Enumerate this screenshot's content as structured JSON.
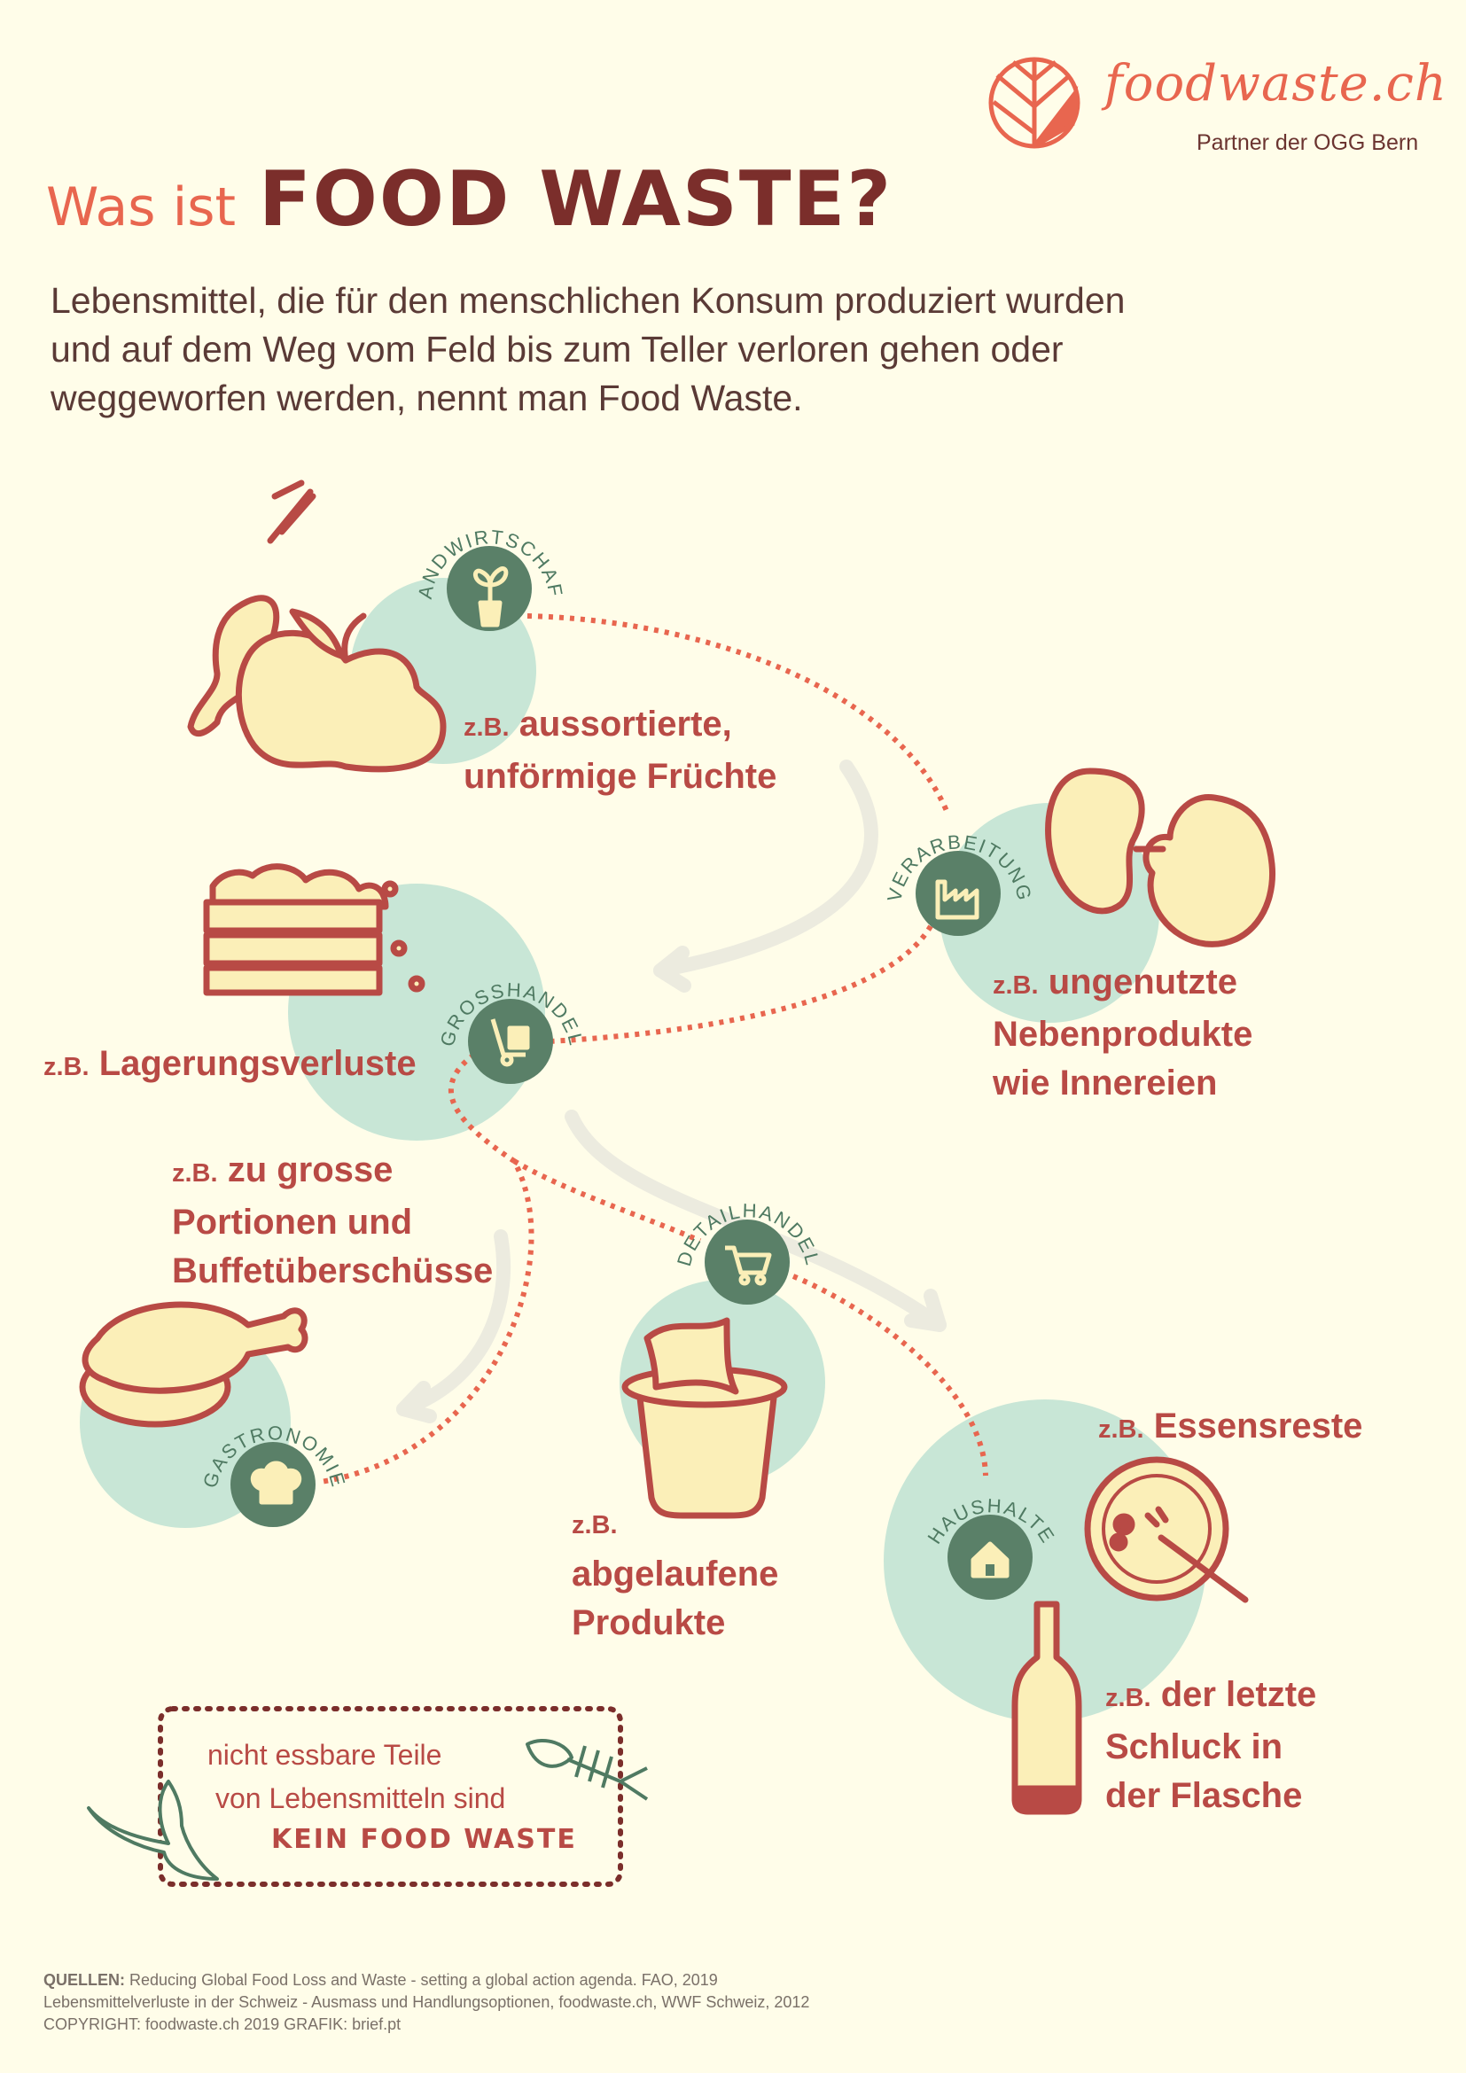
{
  "logo": {
    "name": "foodwaste.ch",
    "partner": "Partner der OGG Bern"
  },
  "title": {
    "prefix": "Was ist",
    "main": "FOOD WASTE?"
  },
  "intro": [
    "Lebensmittel, die für den menschlichen Konsum produziert wurden",
    "und auf dem Weg vom Feld bis zum Teller verloren gehen oder",
    "weggeworfen werden, nennt man Food Waste."
  ],
  "stages": {
    "landwirtschaft": {
      "label": "LANDWIRTSCHAFT",
      "zb": "z.B.",
      "lines": [
        "aussortierte,",
        "unförmige Früchte"
      ],
      "icon": "plant-icon"
    },
    "verarbeitung": {
      "label": "VERARBEITUNG",
      "zb": "z.B.",
      "lines": [
        "ungenutzte",
        "Nebenprodukte",
        "wie Innereien"
      ],
      "icon": "factory-icon"
    },
    "grosshandel": {
      "label": "GROSSHANDEL",
      "zb": "z.B.",
      "lines": [
        "Lagerungsverluste"
      ],
      "icon": "hand-truck-icon"
    },
    "gastronomie": {
      "label": "GASTRONOMIE",
      "zb": "z.B.",
      "lines": [
        "zu grosse",
        "Portionen und",
        "Buffetüberschüsse"
      ],
      "icon": "chef-hat-icon"
    },
    "detailhandel": {
      "label": "DETAILHANDEL",
      "zb": "z.B.",
      "lines": [
        "abgelaufene",
        "Produkte"
      ],
      "icon": "cart-icon"
    },
    "haushalte": {
      "label": "HAUSHALTE",
      "zb": "z.B.",
      "lines": [
        "Essensreste"
      ],
      "lines2": [
        "der letzte",
        "Schluck in",
        "der Flasche"
      ],
      "icon": "house-icon"
    }
  },
  "note": {
    "line1": "nicht essbare Teile",
    "line2": "von Lebensmitteln sind",
    "emphasis": "KEIN FOOD WASTE"
  },
  "footer": {
    "sources_label": "QUELLEN:",
    "source1": "Reducing Global Food Loss and Waste - setting a global action agenda. FAO, 2019",
    "source2": "Lebensmittelverluste in der Schweiz - Ausmass und Handlungsoptionen, foodwaste.ch, WWF Schweiz, 2012",
    "copyright": "COPYRIGHT: foodwaste.ch 2019 GRAFIK: brief.pt"
  },
  "colors": {
    "background": "#fffde9",
    "mint": "#c8e6d6",
    "green": "#5a8068",
    "red": "#b84a45",
    "coral": "#e8664f",
    "darkred": "#7b2e2b"
  }
}
